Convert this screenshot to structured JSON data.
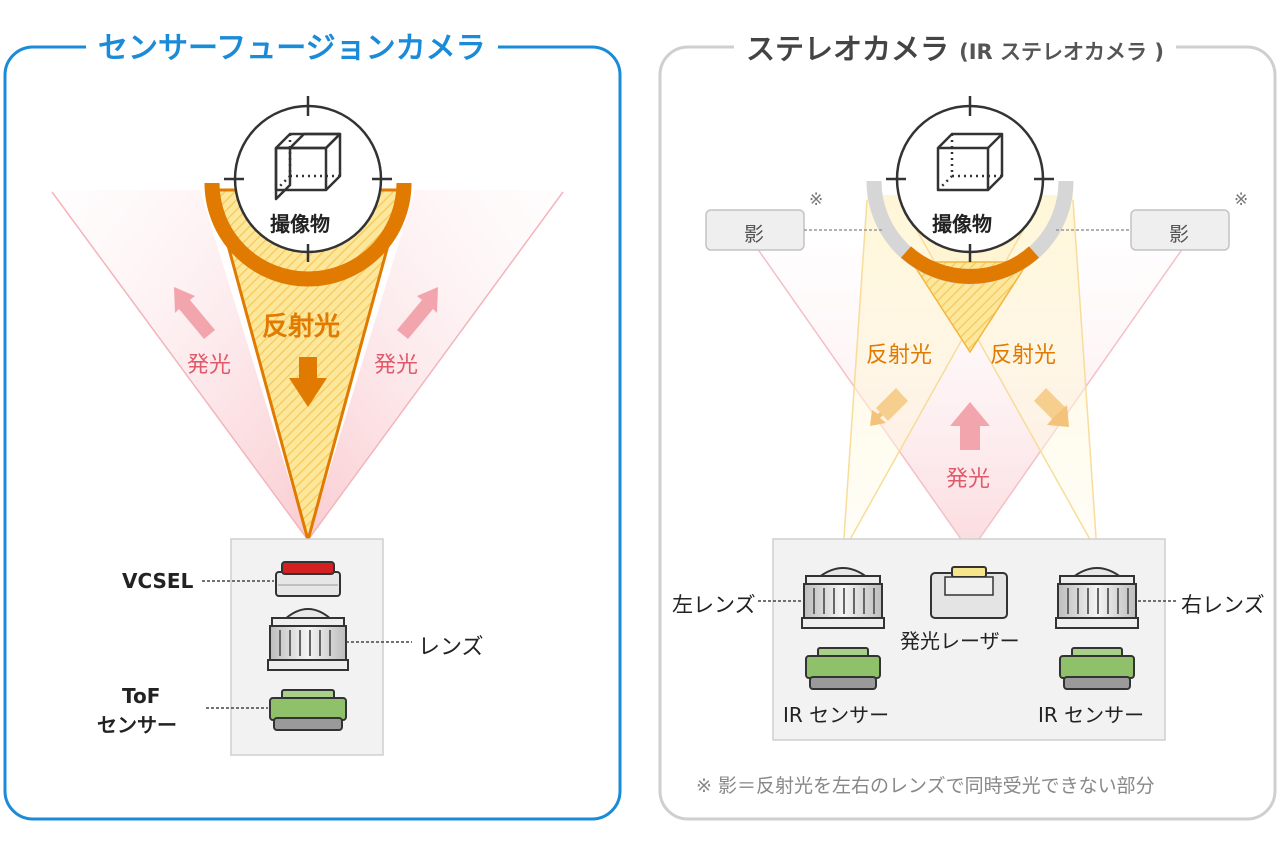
{
  "left": {
    "title": "センサーフュージョンカメラ",
    "object_label": "撮像物",
    "reflected_label": "反射光",
    "emission_left": "発光",
    "emission_right": "発光",
    "vcsel_label": "VCSEL",
    "lens_label": "レンズ",
    "tof_line1": "ToF",
    "tof_line2": "センサー"
  },
  "right": {
    "title": "ステレオカメラ",
    "subtitle": "(IR ステレオカメラ )",
    "object_label": "撮像物",
    "shadow_left": "影",
    "shadow_right": "影",
    "shadow_mark": "※",
    "reflected_left": "反射光",
    "reflected_right": "反射光",
    "emission": "発光",
    "left_lens": "左レンズ",
    "right_lens": "右レンズ",
    "laser_label": "発光レーザー",
    "ir_sensor_left": "IR センサー",
    "ir_sensor_right": "IR センサー",
    "footnote": "※ 影＝反射光を左右のレンズで同時受光できない部分"
  },
  "colors": {
    "left_accent": "#1a8bd8",
    "right_frame": "#cfcfcf",
    "reflected_orange": "#e07a00",
    "emission_pink": "#e05a6a",
    "vcsel_red": "#d42020",
    "sensor_green": "#8fc06a"
  }
}
